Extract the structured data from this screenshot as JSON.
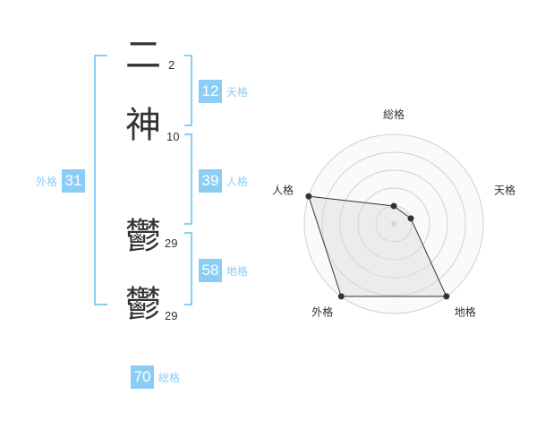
{
  "name": {
    "chars": [
      {
        "char": "二",
        "strokes": "2"
      },
      {
        "char": "神",
        "strokes": "10"
      },
      {
        "char": "鬱",
        "strokes": "29"
      },
      {
        "char": "鬱",
        "strokes": "29"
      }
    ]
  },
  "kaku": {
    "tenkaku": {
      "value": "12",
      "label": "天格"
    },
    "jinkaku": {
      "value": "39",
      "label": "人格"
    },
    "chikaku": {
      "value": "58",
      "label": "地格"
    },
    "gaikaku": {
      "value": "31",
      "label": "外格"
    },
    "soukaku": {
      "value": "70",
      "label": "総格"
    }
  },
  "colors": {
    "accent": "#8ccdf6",
    "text": "#333333",
    "grid": "#d0d0d0",
    "fill": "#eeeeee"
  },
  "chart_data": {
    "type": "radar",
    "axes": [
      "総格",
      "天格",
      "地格",
      "外格",
      "人格"
    ],
    "levels": 5,
    "max": 5,
    "values": [
      1,
      1,
      5,
      5,
      5
    ]
  }
}
